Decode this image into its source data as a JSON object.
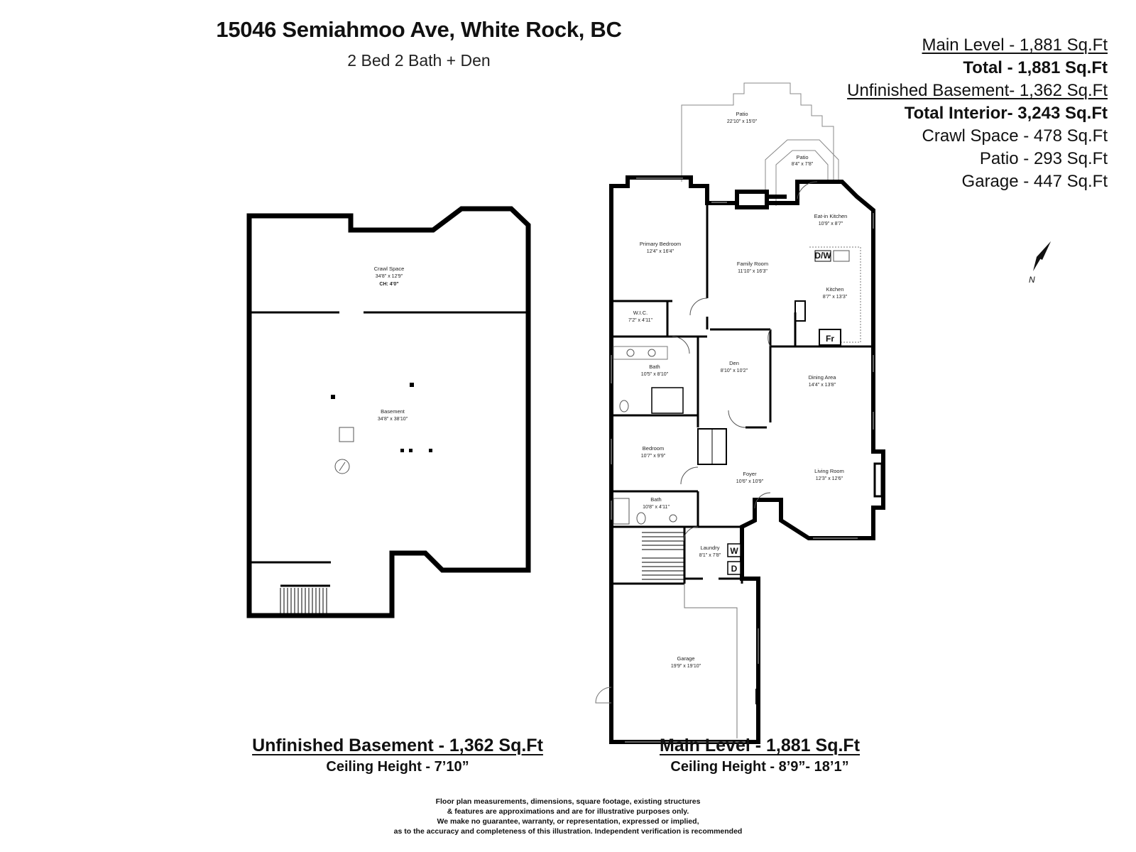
{
  "header": {
    "title": "15046 Semiahmoo Ave, White Rock, BC",
    "subtitle": "2 Bed 2 Bath + Den"
  },
  "summary": {
    "main_level": "Main Level - 1,881 Sq.Ft",
    "total": "Total - 1,881 Sq.Ft",
    "unfinished_basement": "Unfinished Basement- 1,362 Sq.Ft",
    "total_interior": "Total Interior- 3,243 Sq.Ft",
    "crawl_space": "Crawl Space - 478 Sq.Ft",
    "patio": "Patio - 293 Sq.Ft",
    "garage": "Garage - 447 Sq.Ft"
  },
  "compass": {
    "label": "N"
  },
  "basement_plan": {
    "caption": "Unfinished Basement - 1,362 Sq.Ft",
    "ceiling": "Ceiling Height - 7’10”",
    "rooms": {
      "crawl_space": {
        "name": "Crawl Space",
        "dims": "34'8\" x 12'9\"",
        "extra": "CH: 4'0\""
      },
      "basement": {
        "name": "Basement",
        "dims": "34'8\" x 38'10\""
      }
    }
  },
  "main_plan": {
    "caption": "Main Level - 1,881 Sq.Ft",
    "ceiling": "Ceiling Height - 8’9”- 18’1”",
    "rooms": {
      "patio_large": {
        "name": "Patio",
        "dims": "22'10\" x 15'0\""
      },
      "patio_small": {
        "name": "Patio",
        "dims": "8'4\" x 7'8\""
      },
      "eat_in_kitchen": {
        "name": "Eat-in Kitchen",
        "dims": "10'9\" x 8'7\""
      },
      "primary_bedroom": {
        "name": "Primary Bedroom",
        "dims": "12'4\" x 16'4\""
      },
      "family_room": {
        "name": "Family Room",
        "dims": "11'10\" x 16'3\""
      },
      "kitchen": {
        "name": "Kitchen",
        "dims": "8'7\" x 13'3\""
      },
      "wic": {
        "name": "W.I.C.",
        "dims": "7'2\" x 4'11\""
      },
      "bath_1": {
        "name": "Bath",
        "dims": "10'5\" x 8'10\""
      },
      "den": {
        "name": "Den",
        "dims": "8'10\" x 10'2\""
      },
      "dining_area": {
        "name": "Dining Area",
        "dims": "14'4\" x 13'8\""
      },
      "bedroom": {
        "name": "Bedroom",
        "dims": "10'7\" x 9'9\""
      },
      "foyer": {
        "name": "Foyer",
        "dims": "10'6\" x 10'9\""
      },
      "living_room": {
        "name": "Living Room",
        "dims": "12'3\" x 12'6\""
      },
      "bath_2": {
        "name": "Bath",
        "dims": "10'8\" x 4'11\""
      },
      "laundry": {
        "name": "Laundry",
        "dims": "8'1\" x 7'8\""
      },
      "garage": {
        "name": "Garage",
        "dims": "19'9\" x 19'10\""
      }
    },
    "fixtures": {
      "dishwasher": "D/W",
      "fridge": "Fr",
      "washer": "W",
      "dryer": "D"
    }
  },
  "disclaimer": {
    "line1": "Floor plan measurements, dimensions, square footage, existing structures",
    "line2": "& features are approximations and are for illustrative purposes only.",
    "line3": "We make no guarantee, warranty, or representation, expressed or implied,",
    "line4": "as to the accuracy and completeness of this illustration. Independent verification is recommended"
  }
}
